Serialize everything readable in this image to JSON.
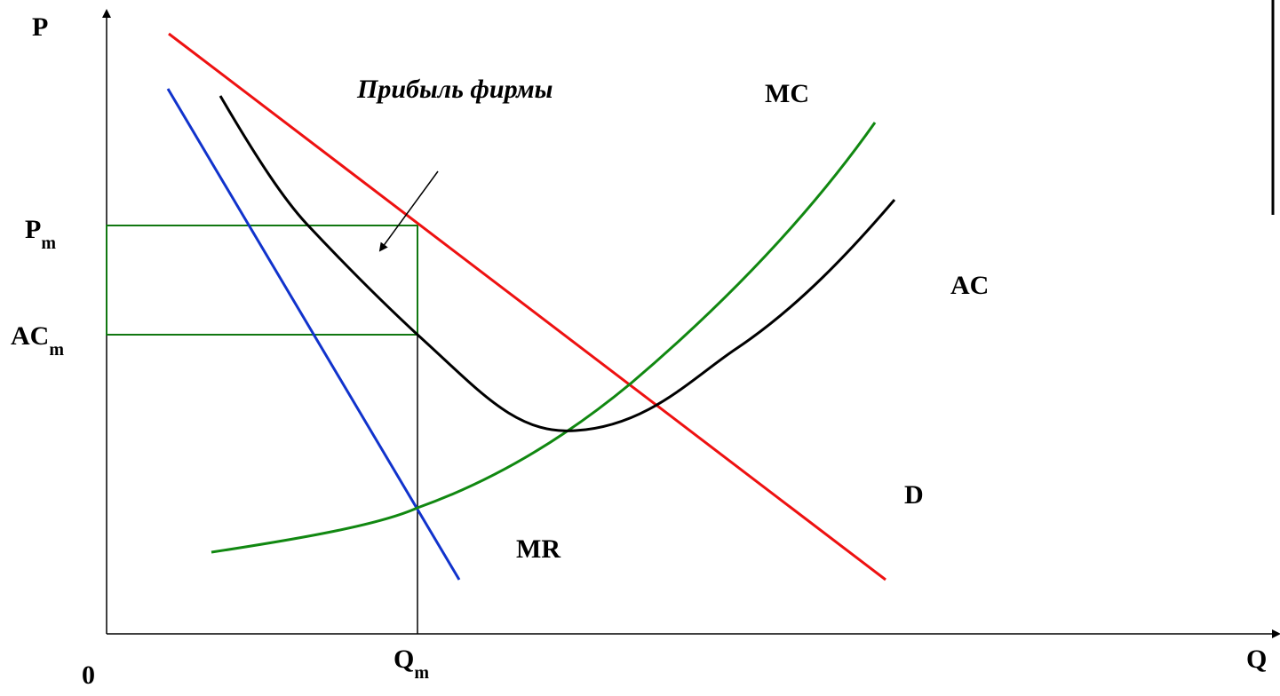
{
  "diagram": {
    "axis_labels": {
      "y": "P",
      "x": "Q",
      "origin": "0"
    },
    "levels": {
      "price": {
        "main": "P",
        "sub": "m"
      },
      "avg_cost": {
        "main": "AC",
        "sub": "m"
      },
      "quantity": {
        "main": "Q",
        "sub": "m"
      }
    },
    "profit_annotation": "Прибыль фирмы",
    "curves": {
      "demand": {
        "label": "D",
        "color": "#ee1111"
      },
      "marginal_revenue": {
        "label": "MR",
        "color": "#1133cc"
      },
      "marginal_cost": {
        "label": "MC",
        "color": "#118811"
      },
      "average_cost": {
        "label": "AC",
        "color": "#000000"
      }
    },
    "profit_area_color": "#117711"
  }
}
